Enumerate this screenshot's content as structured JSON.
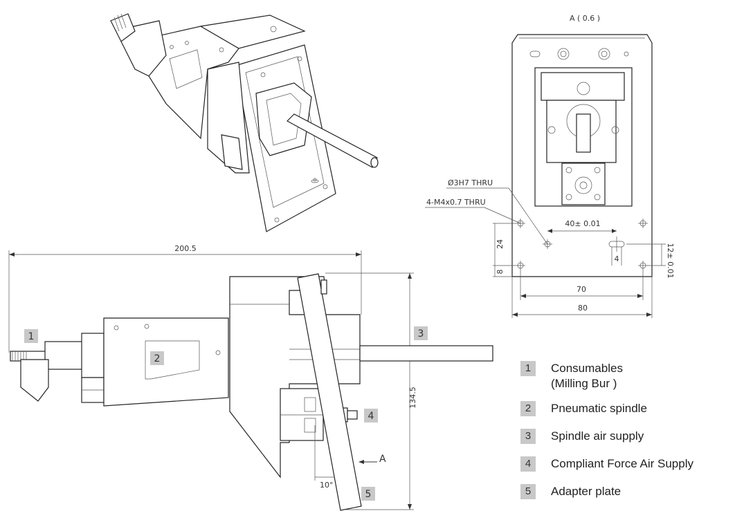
{
  "view_label": "A ( 0.6 )",
  "callouts": {
    "hole_spec_1": "Ø3H7 THRU",
    "hole_spec_2": "4-M4x0.7 THRU",
    "arrow_label": "A",
    "angle": "10°"
  },
  "dimensions": {
    "overall_length": "200.5",
    "overall_height": "134.5",
    "hole_spacing": "40± 0.01",
    "slot_width": "4",
    "slot_offset": "12± 0.01",
    "vert_24": "24",
    "vert_8": "8",
    "width_70": "70",
    "width_80": "80"
  },
  "part_badges": [
    "1",
    "2",
    "3",
    "4",
    "5"
  ],
  "legend": [
    {
      "num": "1",
      "text": "Consumables",
      "text2": "(Milling Bur )"
    },
    {
      "num": "2",
      "text": "Pneumatic spindle"
    },
    {
      "num": "3",
      "text": "Spindle air supply"
    },
    {
      "num": "4",
      "text": "Compliant Force Air Supply"
    },
    {
      "num": "5",
      "text": "Adapter plate"
    }
  ]
}
